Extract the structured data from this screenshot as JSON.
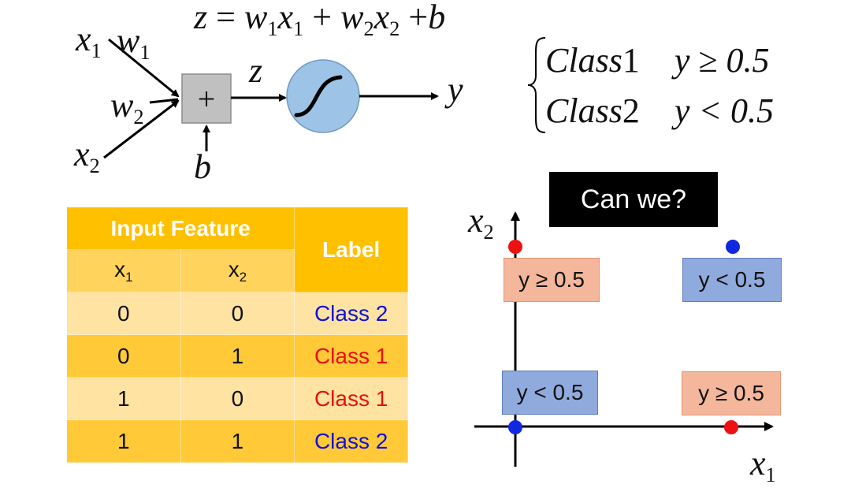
{
  "neuron": {
    "equation": {
      "lhs": "z",
      "eq": " = ",
      "w1": "w",
      "w1_sub": "1",
      "x1": "x",
      "x1_sub": "1",
      "plus1": " + ",
      "w2": "w",
      "w2_sub": "2",
      "x2": "x",
      "x2_sub": "2",
      "plus2": " +",
      "b": "b"
    },
    "input_x1": "x",
    "input_x1_sub": "1",
    "weight_w1": "w",
    "weight_w1_sub": "1",
    "weight_w2": "w",
    "weight_w2_sub": "2",
    "input_x2": "x",
    "input_x2_sub": "2",
    "sum_symbol": "+",
    "bias": "b",
    "z_label": "z",
    "output": "y"
  },
  "decision_rule": {
    "rules": [
      {
        "cls": "Class",
        "num": "1",
        "cond": "y ≥ 0.5"
      },
      {
        "cls": "Class",
        "num": "2",
        "cond": "y < 0.5"
      }
    ]
  },
  "table": {
    "header_group": "Input Feature",
    "header_label": "Label",
    "col_x1": "x",
    "col_x1_sub": "1",
    "col_x2": "x",
    "col_x2_sub": "2",
    "rows": [
      {
        "x1": "0",
        "x2": "0",
        "label": "Class 2"
      },
      {
        "x1": "0",
        "x2": "1",
        "label": "Class 1"
      },
      {
        "x1": "1",
        "x2": "0",
        "label": "Class 1"
      },
      {
        "x1": "1",
        "x2": "1",
        "label": "Class 2"
      }
    ]
  },
  "plot": {
    "badge": "Can we?",
    "axis_y": "x",
    "axis_y_sub": "2",
    "axis_x": "x",
    "axis_x_sub": "1",
    "box_top_left": "y ≥ 0.5",
    "box_top_right": "y < 0.5",
    "box_bottom_left": "y < 0.5",
    "box_bottom_right": "y ≥ 0.5"
  },
  "colors": {
    "class1_red": "#ee1111",
    "class2_blue": "#1028e0",
    "table_header": "#ffc000",
    "sigmoid_fill": "#9dc3e6"
  }
}
